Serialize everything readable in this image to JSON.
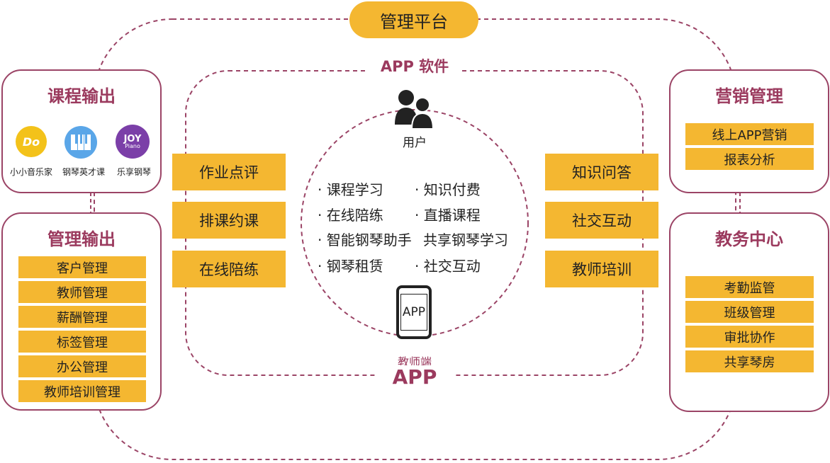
{
  "top_pill": "管理平台",
  "app_software_label": "APP 软件",
  "user_label": "用户",
  "phone_text": "APP",
  "teacher_app": {
    "line1": "教师端",
    "line2": "APP"
  },
  "course_output": {
    "title": "课程输出",
    "apps": [
      {
        "name": "小小音乐家",
        "icon": "do-app-icon",
        "badge": "Do",
        "color": "#f3c21a"
      },
      {
        "name": "钢琴英才课",
        "icon": "piano-keys-icon",
        "badge": "",
        "color": "#5aa6e8"
      },
      {
        "name": "乐享钢琴",
        "icon": "joy-piano-icon",
        "badge": "JOY",
        "sub": "Piano",
        "color": "#7b3fa8"
      }
    ]
  },
  "management_output": {
    "title": "管理输出",
    "items": [
      "客户管理",
      "教师管理",
      "薪酬管理",
      "标签管理",
      "办公管理",
      "教师培训管理"
    ]
  },
  "marketing": {
    "title": "营销管理",
    "items": [
      "线上APP营销",
      "报表分析"
    ]
  },
  "academic_center": {
    "title": "教务中心",
    "items": [
      "考勤监管",
      "班级管理",
      "审批协作",
      "共享琴房"
    ]
  },
  "left_boxes": [
    "作业点评",
    "排课约课",
    "在线陪练"
  ],
  "right_boxes": [
    "知识问答",
    "社交互动",
    "教师培训"
  ],
  "center_features": [
    [
      "· 课程学习",
      "· 知识付费"
    ],
    [
      "· 在线陪练",
      "· 直播课程"
    ],
    [
      "· 智能钢琴助手",
      "共享钢琴学习"
    ],
    [
      "· 钢琴租赁",
      "· 社交互动"
    ]
  ],
  "colors": {
    "accent": "#f4b731",
    "brand": "#9b3a5e",
    "border": "#9b4466"
  }
}
